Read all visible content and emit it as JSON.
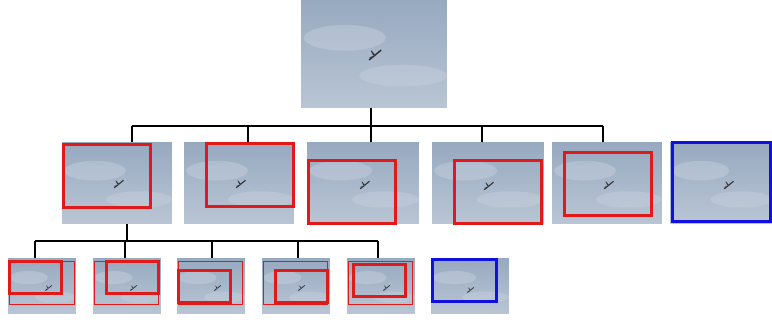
{
  "diagram": {
    "colors": {
      "background": "#ffffff",
      "connector": "#000000",
      "red_box": "#e01919",
      "blue_box": "#1010e0",
      "sky_top": "#97a9c0",
      "sky_bottom": "#b9c5d4",
      "cloud": "#d3dbe4",
      "plane": "#2b2b2b"
    },
    "icon": "airplane-icon",
    "levels": [
      {
        "name": "root",
        "node_count": 1,
        "box_styles": [
          "none"
        ]
      },
      {
        "name": "level-1",
        "node_count": 6,
        "box_styles": [
          "red",
          "red",
          "red",
          "red",
          "red",
          "blue"
        ]
      },
      {
        "name": "level-2",
        "node_count": 6,
        "box_styles": [
          "red-double",
          "red-double",
          "red-double",
          "red-double",
          "red-double",
          "blue"
        ]
      }
    ]
  }
}
